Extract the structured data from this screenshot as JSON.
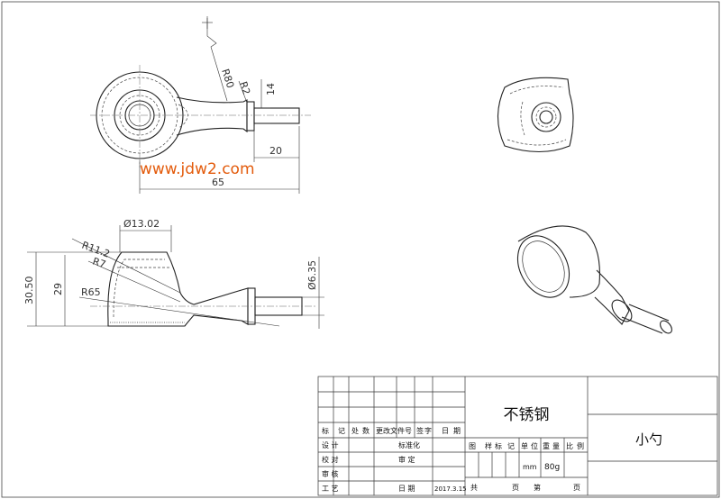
{
  "watermark": "www.jdw2.com",
  "dimensions": {
    "r80": "R80",
    "r2": "R2",
    "d14": "14",
    "d20": "20",
    "d65": "65",
    "dia1302": "Ø13.02",
    "r112": "R11.2",
    "r7": "R7",
    "r65": "R65",
    "d3050": "30.50",
    "d29": "29",
    "dia635": "Ø6.35"
  },
  "title_block": {
    "material": "不锈钢",
    "part_name": "小勺",
    "header": [
      "标",
      "记",
      "处",
      "数",
      "更改文件号",
      "签",
      "字",
      "日",
      "期"
    ],
    "rows": [
      {
        "label": "设    计",
        "field": "标准化"
      },
      {
        "label": "校    对",
        "field": "审  定"
      },
      {
        "label": "审    核",
        "field": ""
      },
      {
        "label": "工    艺",
        "field": "日    期"
      }
    ],
    "date": "2017.3.15",
    "stage_header": [
      "图",
      "样",
      "标",
      "记",
      "单",
      "位",
      "重",
      "量",
      "比",
      "例"
    ],
    "unit": "mm",
    "weight": "80g",
    "sheets_total_label": "共",
    "sheets_page_label": "页",
    "sheet_no_label": "第",
    "sheet_page_label": "页"
  }
}
